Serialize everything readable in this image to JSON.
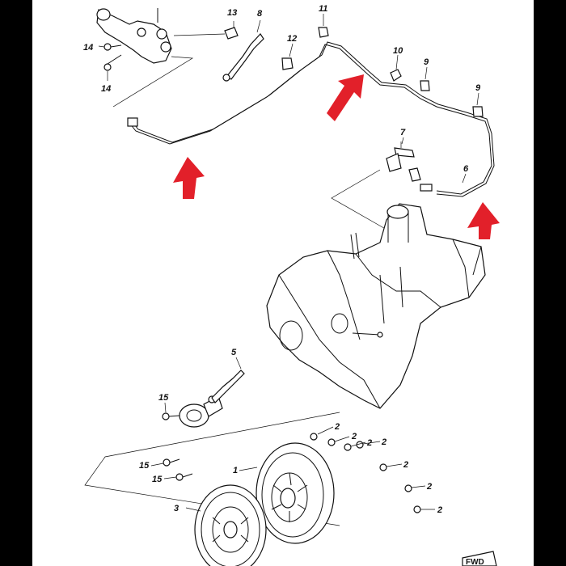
{
  "callouts": {
    "c1": "1",
    "c2a": "2",
    "c2b": "2",
    "c2c": "2",
    "c2d": "2",
    "c2e": "2",
    "c2f": "2",
    "c2g": "2",
    "c3": "3",
    "c5": "5",
    "c6": "6",
    "c7": "7",
    "c8": "8",
    "c9a": "9",
    "c9b": "9",
    "c10": "10",
    "c11": "11",
    "c12": "12",
    "c13": "13",
    "c14a": "14",
    "c14b": "14",
    "c15a": "15",
    "c15b": "15",
    "c15c": "15"
  },
  "corner_label": "FWD",
  "colors": {
    "background": "#000000",
    "paper": "#ffffff",
    "arrow": "#e2202a",
    "ink": "#111111"
  }
}
